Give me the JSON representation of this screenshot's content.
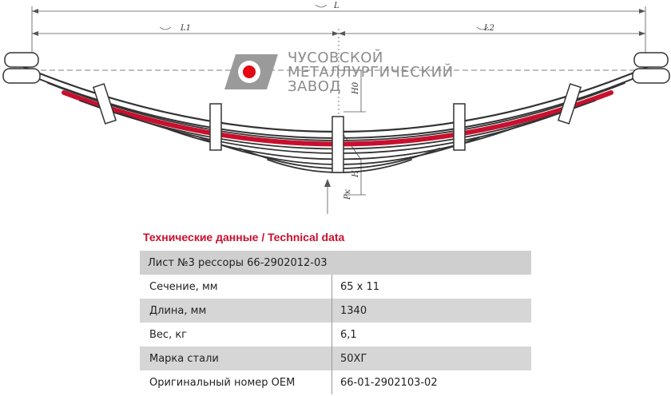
{
  "drawing": {
    "dimensions": {
      "overall": "L",
      "left_half": "L1",
      "right_half": "L2",
      "arch_height": "H0",
      "height": "H",
      "load": "Pк"
    },
    "logo": {
      "line1": "ЧУСОВСКОЙ",
      "line2": "МЕТАЛЛУРГИЧЕСКИЙ",
      "line3": "ЗАВОД"
    },
    "colors": {
      "highlight_leaf": "#c8102e",
      "logo_dot": "#e30613",
      "logo_grey": "#8c8c8c"
    }
  },
  "spec": {
    "title": "Технические данные / Technical data",
    "header": "Лист №3 рессоры 66-2902012-03",
    "rows": [
      {
        "label": "Сечение, мм",
        "value": "65 x 11"
      },
      {
        "label": "Длина, мм",
        "value": "1340"
      },
      {
        "label": "Вес, кг",
        "value": "6,1"
      },
      {
        "label": "Марка стали",
        "value": "50ХГ"
      },
      {
        "label": "Оригинальный номер OEM",
        "value": "66-01-2902103-02"
      }
    ]
  }
}
